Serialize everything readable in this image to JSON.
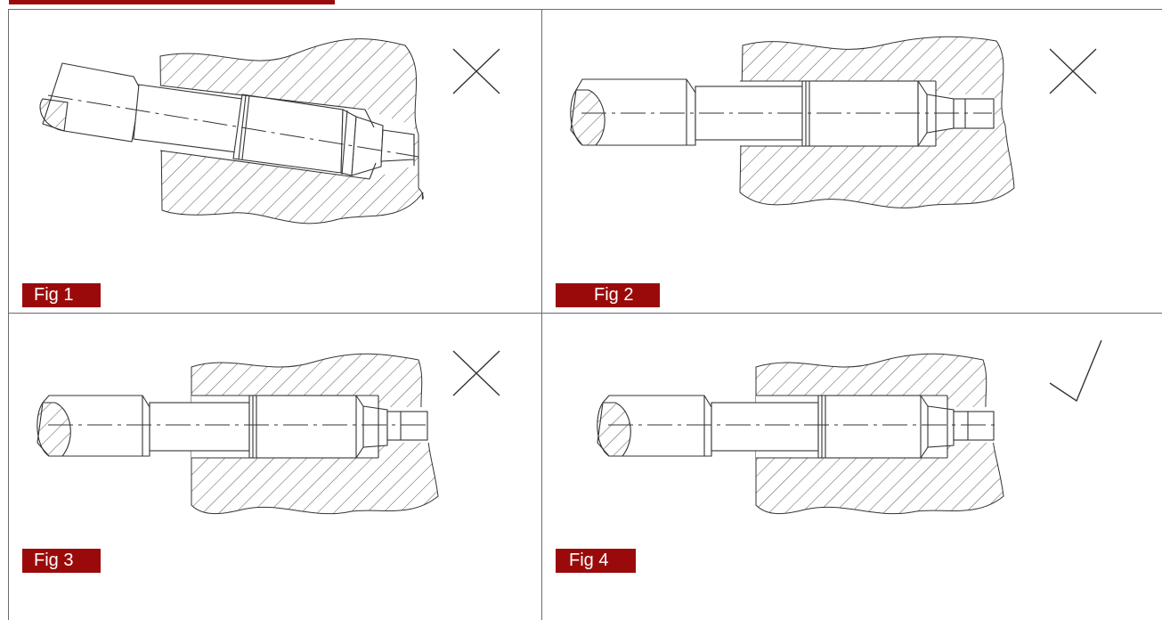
{
  "figures": [
    {
      "label": "Fig 1",
      "verdict": "incorrect",
      "mark_icon": "cross-icon"
    },
    {
      "label": "Fig 2",
      "verdict": "incorrect",
      "mark_icon": "cross-icon"
    },
    {
      "label": "Fig 3",
      "verdict": "incorrect",
      "mark_icon": "cross-icon"
    },
    {
      "label": "Fig 4",
      "verdict": "correct",
      "mark_icon": "check-icon"
    }
  ],
  "colors": {
    "label_bg": "#9b0a0a",
    "label_text": "#ffffff",
    "line": "#333333",
    "hatch": "#555555",
    "border": "#6b6b6b"
  }
}
